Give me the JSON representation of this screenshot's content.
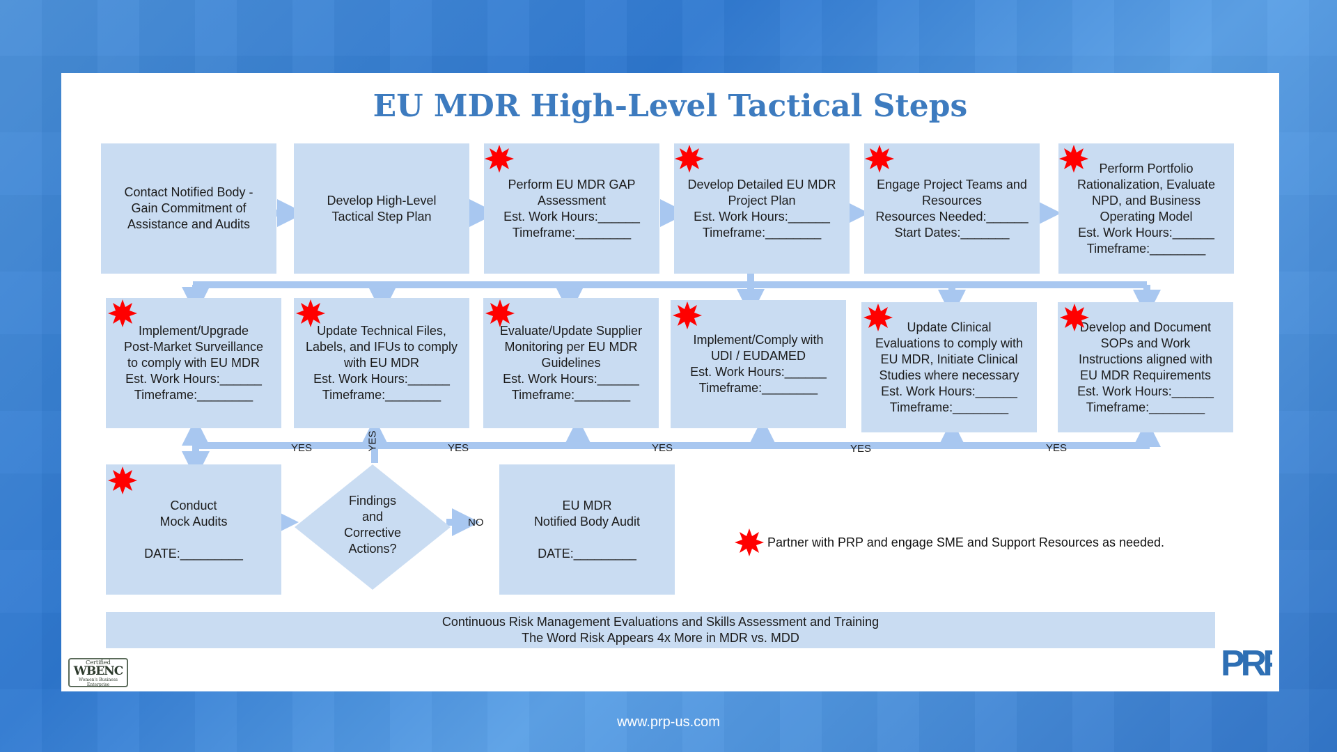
{
  "title": "EU MDR High-Level Tactical Steps",
  "row1": [
    {
      "text": "Contact Notified Body -\nGain Commitment of\nAssistance and Audits",
      "star": false
    },
    {
      "text": "Develop High-Level\nTactical Step Plan",
      "star": false
    },
    {
      "text": "Perform EU MDR GAP\nAssessment\nEst. Work Hours:______\nTimeframe:________",
      "star": true
    },
    {
      "text": "Develop Detailed EU MDR\nProject Plan\nEst. Work Hours:______\nTimeframe:________",
      "star": true
    },
    {
      "text": "Engage Project Teams and\nResources\nResources Needed:______\nStart Dates:_______",
      "star": true
    },
    {
      "text": "Perform Portfolio\nRationalization, Evaluate\nNPD, and Business\nOperating Model\nEst. Work Hours:______\nTimeframe:________",
      "star": true
    }
  ],
  "row2": [
    {
      "text": "Implement/Upgrade\nPost-Market Surveillance\nto comply with EU MDR\nEst. Work Hours:______\nTimeframe:________",
      "star": true
    },
    {
      "text": "Update Technical Files,\nLabels, and IFUs to comply\nwith EU MDR\nEst. Work Hours:______\nTimeframe:________",
      "star": true
    },
    {
      "text": "Evaluate/Update Supplier\nMonitoring per EU MDR\nGuidelines\nEst. Work Hours:______\nTimeframe:________",
      "star": true
    },
    {
      "text": "Implement/Comply with\nUDI / EUDAMED\nEst. Work Hours:______\nTimeframe:________",
      "star": true
    },
    {
      "text": "Update Clinical\nEvaluations to comply with\nEU MDR, Initiate Clinical\nStudies where necessary\nEst. Work Hours:______\nTimeframe:________",
      "star": true
    },
    {
      "text": "Develop and Document\nSOPs and Work\nInstructions aligned with\nEU MDR Requirements\nEst. Work Hours:______\nTimeframe:________",
      "star": true
    }
  ],
  "mock_audits": {
    "text": "Conduct\nMock Audits\n\nDATE:_________",
    "star": true
  },
  "decision": {
    "text": "Findings\nand\nCorrective\nActions?"
  },
  "notified_audit": {
    "text": "EU MDR\nNotified Body Audit\n\nDATE:_________"
  },
  "labels": {
    "yes": "YES",
    "no": "NO"
  },
  "legend": "Partner with PRP and engage SME and Support Resources as needed.",
  "bottom_bar": {
    "line1": "Continuous Risk Management Evaluations  and Skills Assessment and Training",
    "line2": "The Word Risk Appears 4x More in MDR vs. MDD"
  },
  "logos": {
    "wbenc_small_top": "Certified",
    "wbenc_big": "WBENC",
    "wbenc_small_bottom": "Women's Business Enterprise",
    "prp": "PRP"
  },
  "footer_url": "www.prp-us.com",
  "colors": {
    "accent": "#3d7bbf",
    "box": "#c9dcf2",
    "arrow": "#9ec1ee",
    "star": "#ff0000"
  }
}
